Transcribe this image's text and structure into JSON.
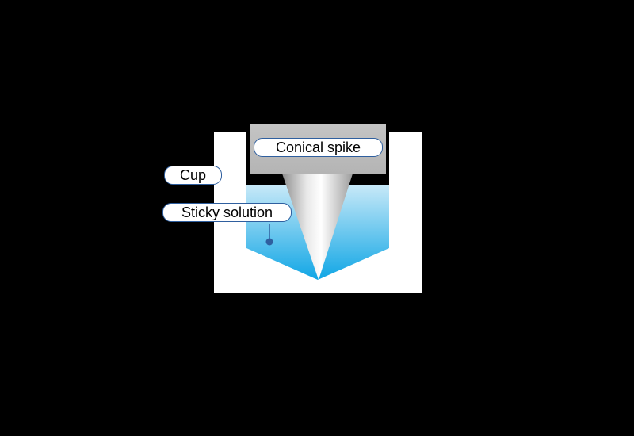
{
  "diagram": {
    "labels": {
      "spike": "Conical spike",
      "cup": "Cup",
      "solution": "Sticky solution"
    },
    "colors": {
      "background": "#000000",
      "cup": "#ffffff",
      "spike_holder": "#bdbdbd",
      "solution_top": "#c6e8f8",
      "solution_bottom": "#12a8e6",
      "label_border": "#2f5f9f",
      "pointer": "#2f5f9f"
    }
  }
}
